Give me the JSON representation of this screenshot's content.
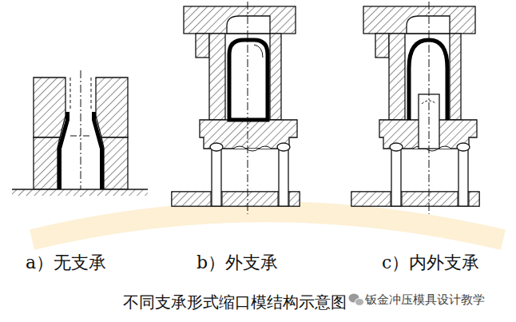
{
  "diagram": {
    "caption": "不同支承形式缩口模结构示意图",
    "labels": [
      "a）无支承",
      "b）外支承",
      "c）内外支承",
      "钣金冲压模具设计教学"
    ]
  }
}
